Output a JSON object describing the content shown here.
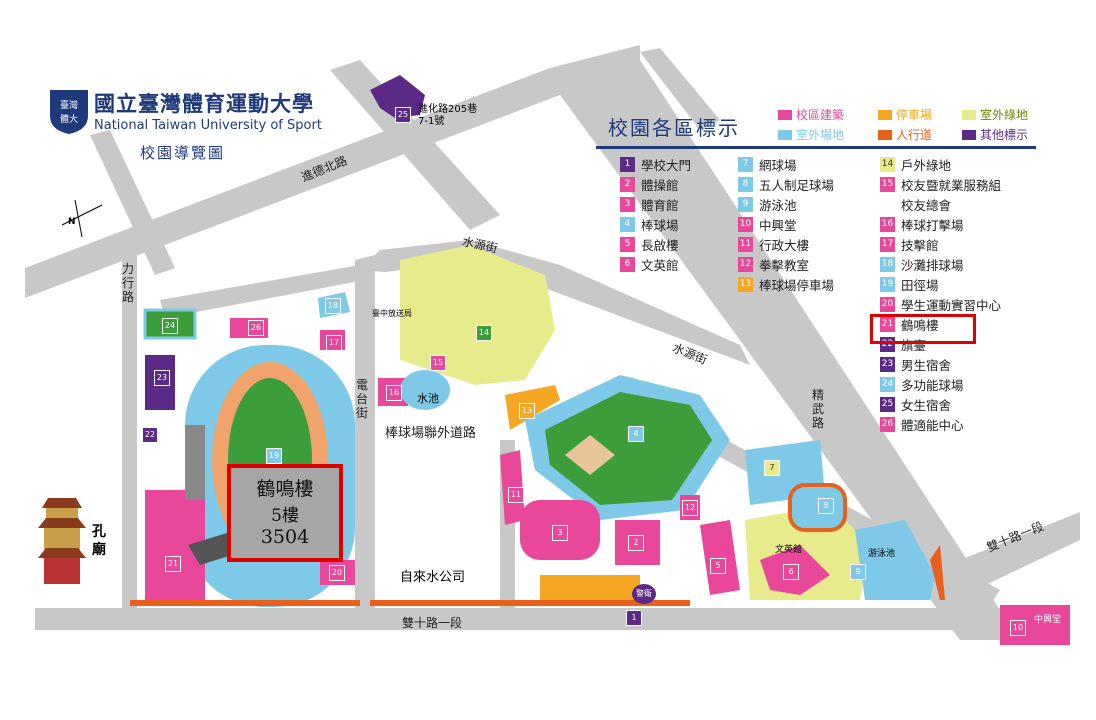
{
  "header": {
    "title_zh": "國立臺灣體育運動大學",
    "title_en": "National Taiwan University of Sport",
    "subtitle": "校園導覽圖",
    "emblem_text": "臺灣\n體大"
  },
  "legend_title": "校園各區標示",
  "categories": [
    {
      "label": "校區建築",
      "color": "#e8479a"
    },
    {
      "label": "停車場",
      "color": "#f5a623"
    },
    {
      "label": "室外綠地",
      "color": "#e8eb8c"
    },
    {
      "label": "室外場地",
      "color": "#7ec8e8"
    },
    {
      "label": "人行道",
      "color": "#e8601c"
    },
    {
      "label": "其他標示",
      "color": "#5b2a86"
    }
  ],
  "legend": {
    "col1": [
      {
        "n": "1",
        "label": "學校大門",
        "color": "#5b2a86"
      },
      {
        "n": "2",
        "label": "體操館",
        "color": "#e8479a"
      },
      {
        "n": "3",
        "label": "體育館",
        "color": "#e8479a"
      },
      {
        "n": "4",
        "label": "棒球場",
        "color": "#7ec8e8"
      },
      {
        "n": "5",
        "label": "長啟樓",
        "color": "#e8479a"
      },
      {
        "n": "6",
        "label": "文英館",
        "color": "#e8479a"
      }
    ],
    "col2": [
      {
        "n": "7",
        "label": "網球場",
        "color": "#7ec8e8"
      },
      {
        "n": "8",
        "label": "五人制足球場",
        "color": "#7ec8e8"
      },
      {
        "n": "9",
        "label": "游泳池",
        "color": "#7ec8e8"
      },
      {
        "n": "10",
        "label": "中興堂",
        "color": "#e8479a"
      },
      {
        "n": "11",
        "label": "行政大樓",
        "color": "#e8479a"
      },
      {
        "n": "12",
        "label": "拳擊教室",
        "color": "#e8479a"
      },
      {
        "n": "13",
        "label": "棒球場停車場",
        "color": "#f5a623"
      }
    ],
    "col3": [
      {
        "n": "14",
        "label": "戶外綠地",
        "color": "#e8eb8c",
        "dark": true
      },
      {
        "n": "15",
        "label": "校友暨就業服務組",
        "color": "#e8479a"
      },
      {
        "n": "",
        "label": "校友總會",
        "color": ""
      },
      {
        "n": "16",
        "label": "棒球打擊場",
        "color": "#e8479a"
      },
      {
        "n": "17",
        "label": "技擊館",
        "color": "#e8479a"
      },
      {
        "n": "18",
        "label": "沙灘排球場",
        "color": "#7ec8e8"
      },
      {
        "n": "19",
        "label": "田徑場",
        "color": "#7ec8e8"
      },
      {
        "n": "20",
        "label": "學生運動實習中心",
        "color": "#e8479a"
      },
      {
        "n": "21",
        "label": "鶴鳴樓",
        "color": "#e8479a"
      },
      {
        "n": "22",
        "label": "旗臺",
        "color": "#5b2a86"
      },
      {
        "n": "23",
        "label": "男生宿舍",
        "color": "#5b2a86"
      },
      {
        "n": "24",
        "label": "多功能球場",
        "color": "#7ec8e8"
      },
      {
        "n": "25",
        "label": "女生宿舍",
        "color": "#5b2a86"
      },
      {
        "n": "26",
        "label": "體適能中心",
        "color": "#e8479a"
      }
    ]
  },
  "roads": {
    "jinde": "進德北路",
    "lixing": "力行路",
    "shuiyuan1": "水源街",
    "shuiyuan2": "水源街",
    "diantai": "電台街",
    "jingwu": "精武路",
    "shuangshi_bottom": "雙十路一段",
    "shuangshi_right": "雙十路一段",
    "baseball_road": "棒球場聯外道路"
  },
  "places": {
    "dorm25_address": "進化路205巷\n7-1號",
    "broadcast": "臺中放送局",
    "pond": "水池",
    "water_company": "自來水公司",
    "confucius": "孔\n廟",
    "wenying": "文英館",
    "pool": "游泳池",
    "zhongxing": "中興堂",
    "guard": "警衛"
  },
  "callout": {
    "line1": "鶴鳴樓",
    "line2": "5樓",
    "line3": "3504",
    "highlight_color": "#e00000"
  },
  "compass": {
    "north": "N"
  }
}
